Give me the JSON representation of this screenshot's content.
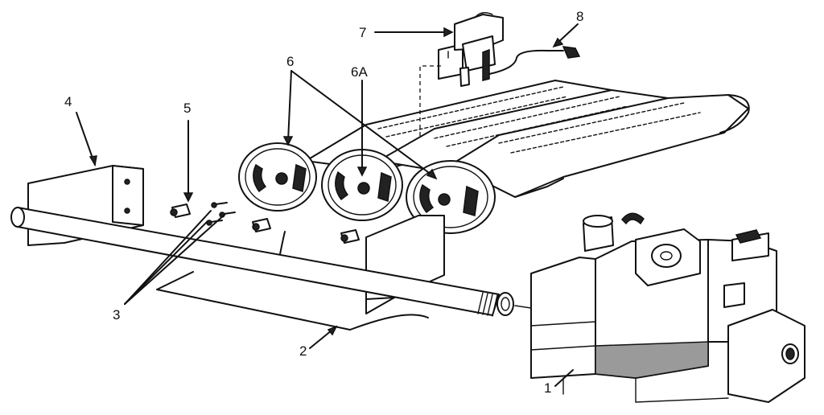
{
  "callouts": {
    "c1": "1",
    "c2": "2",
    "c3": "3",
    "c4": "4",
    "c5": "5",
    "c6": "6",
    "c6a": "6A",
    "c7": "7",
    "c8": "8"
  },
  "colors": {
    "ink": "#111111",
    "paper": "#ffffff",
    "shade": "#9a9a9a"
  }
}
